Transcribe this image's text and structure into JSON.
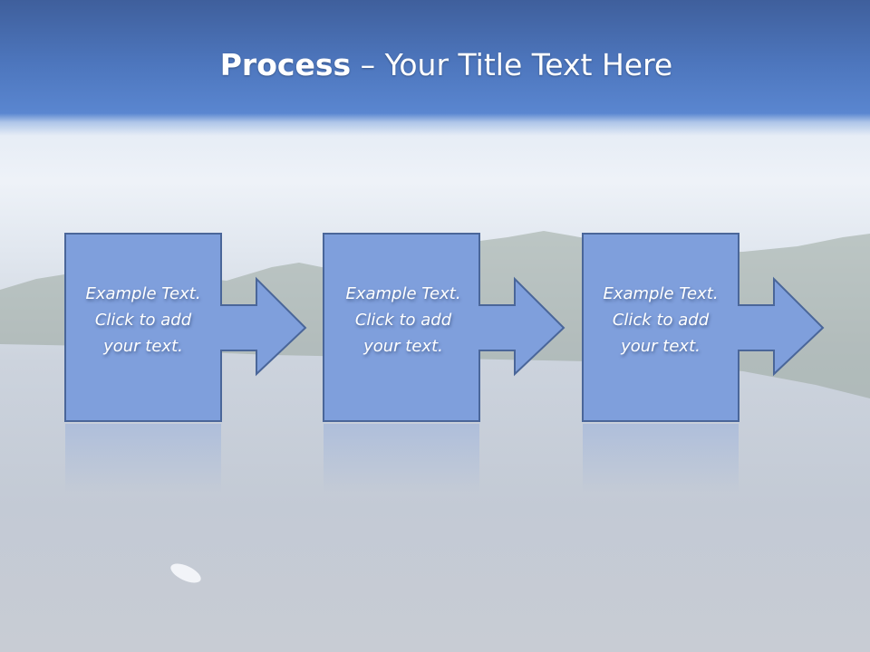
{
  "title": {
    "bold": "Process",
    "rest": " – Your Title Text Here"
  },
  "steps": [
    {
      "lines": [
        "Example Text.",
        "Click  to add",
        "your text."
      ]
    },
    {
      "lines": [
        "Example Text.",
        "Click  to add",
        "your text."
      ]
    },
    {
      "lines": [
        "Example Text.",
        "Click  to add",
        "your text."
      ]
    }
  ],
  "colors": {
    "shape_fill": "#7f9fdc",
    "shape_border": "#4a6699",
    "title_bar": "#4d76bd"
  }
}
